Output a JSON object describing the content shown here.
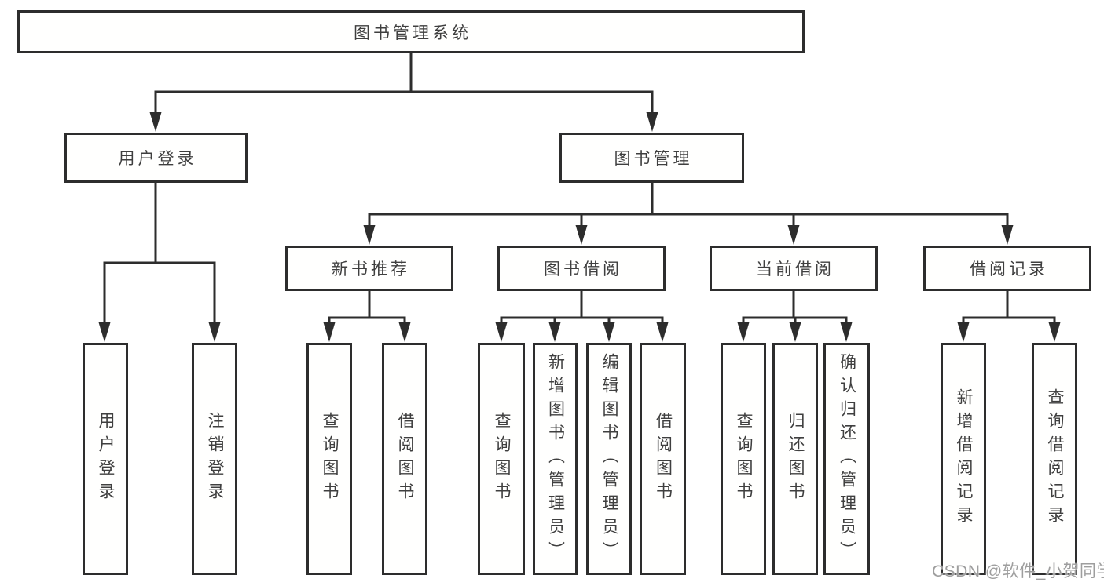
{
  "diagram": {
    "type": "hierarchy-tree",
    "tree": {
      "label": "图书管理系统",
      "children": [
        {
          "label": "用户登录",
          "children": [
            {
              "label": "用户登录"
            },
            {
              "label": "注销登录"
            }
          ]
        },
        {
          "label": "图书管理",
          "children": [
            {
              "label": "新书推荐",
              "children": [
                {
                  "label": "查询图书"
                },
                {
                  "label": "借阅图书"
                }
              ]
            },
            {
              "label": "图书借阅",
              "children": [
                {
                  "label": "查询图书"
                },
                {
                  "label": "新增图书（管理员）"
                },
                {
                  "label": "编辑图书（管理员）"
                },
                {
                  "label": "借阅图书"
                }
              ]
            },
            {
              "label": "当前借阅",
              "children": [
                {
                  "label": "查询图书"
                },
                {
                  "label": "归还图书"
                },
                {
                  "label": "确认归还（管理员）"
                }
              ]
            },
            {
              "label": "借阅记录",
              "children": [
                {
                  "label": "新增借阅记录"
                },
                {
                  "label": "查询借阅记录"
                }
              ]
            }
          ]
        }
      ]
    },
    "colors": {
      "line": "#2d2d2d",
      "box_fill": "#ffffff",
      "label_text": "#3f3f3f",
      "background": "#ffffff",
      "watermark_text": "#9e9e9e"
    }
  },
  "watermark": {
    "text": "CSDN @软件_小贺同学"
  }
}
